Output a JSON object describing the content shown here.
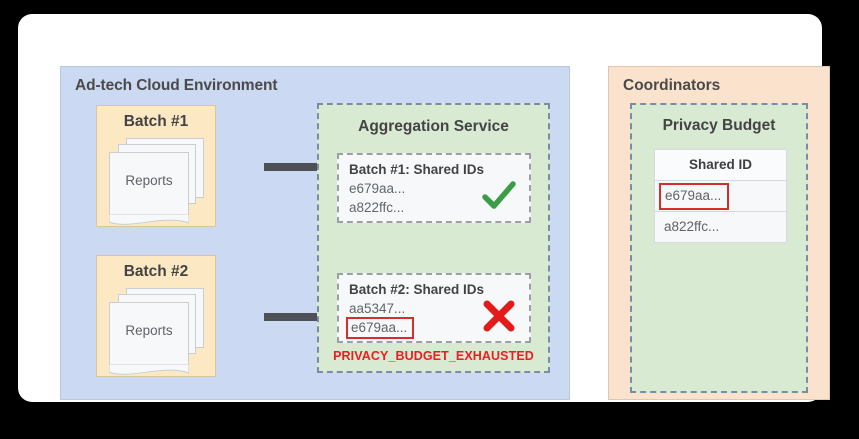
{
  "diagram": {
    "adtech": {
      "title": "Ad-tech Cloud Environment",
      "batches": [
        {
          "title": "Batch #1",
          "docs_label": "Reports"
        },
        {
          "title": "Batch #2",
          "docs_label": "Reports"
        }
      ],
      "aggregation": {
        "title": "Aggregation Service",
        "panels": [
          {
            "title": "Batch #1: Shared IDs",
            "ids": [
              "e679aa...",
              "a822ffc..."
            ],
            "flagged_id": null,
            "status": "success",
            "status_icon": "check-icon"
          },
          {
            "title": "Batch #2: Shared IDs",
            "ids": [
              "aa5347...",
              "e679aa..."
            ],
            "flagged_id": "e679aa...",
            "status": "error",
            "status_icon": "x-icon"
          }
        ],
        "error_label": "PRIVACY_BUDGET_EXHAUSTED"
      }
    },
    "coordinators": {
      "title": "Coordinators",
      "privacy_budget": {
        "title": "Privacy Budget",
        "table": {
          "header": "Shared ID",
          "rows": [
            {
              "value": "e679aa...",
              "flagged": true
            },
            {
              "value": "a822ffc...",
              "flagged": false
            }
          ]
        }
      }
    },
    "colors": {
      "adtech_panel": "#ccd9f2",
      "coordinator_panel": "#fbe2cd",
      "service_box": "#d9ead3",
      "batch_card": "#fce9c4",
      "error_red": "#ee1d1d",
      "flag_red": "#d32f2f",
      "success_green": "#3a9d45",
      "arrow_gray": "#4d5156"
    }
  }
}
